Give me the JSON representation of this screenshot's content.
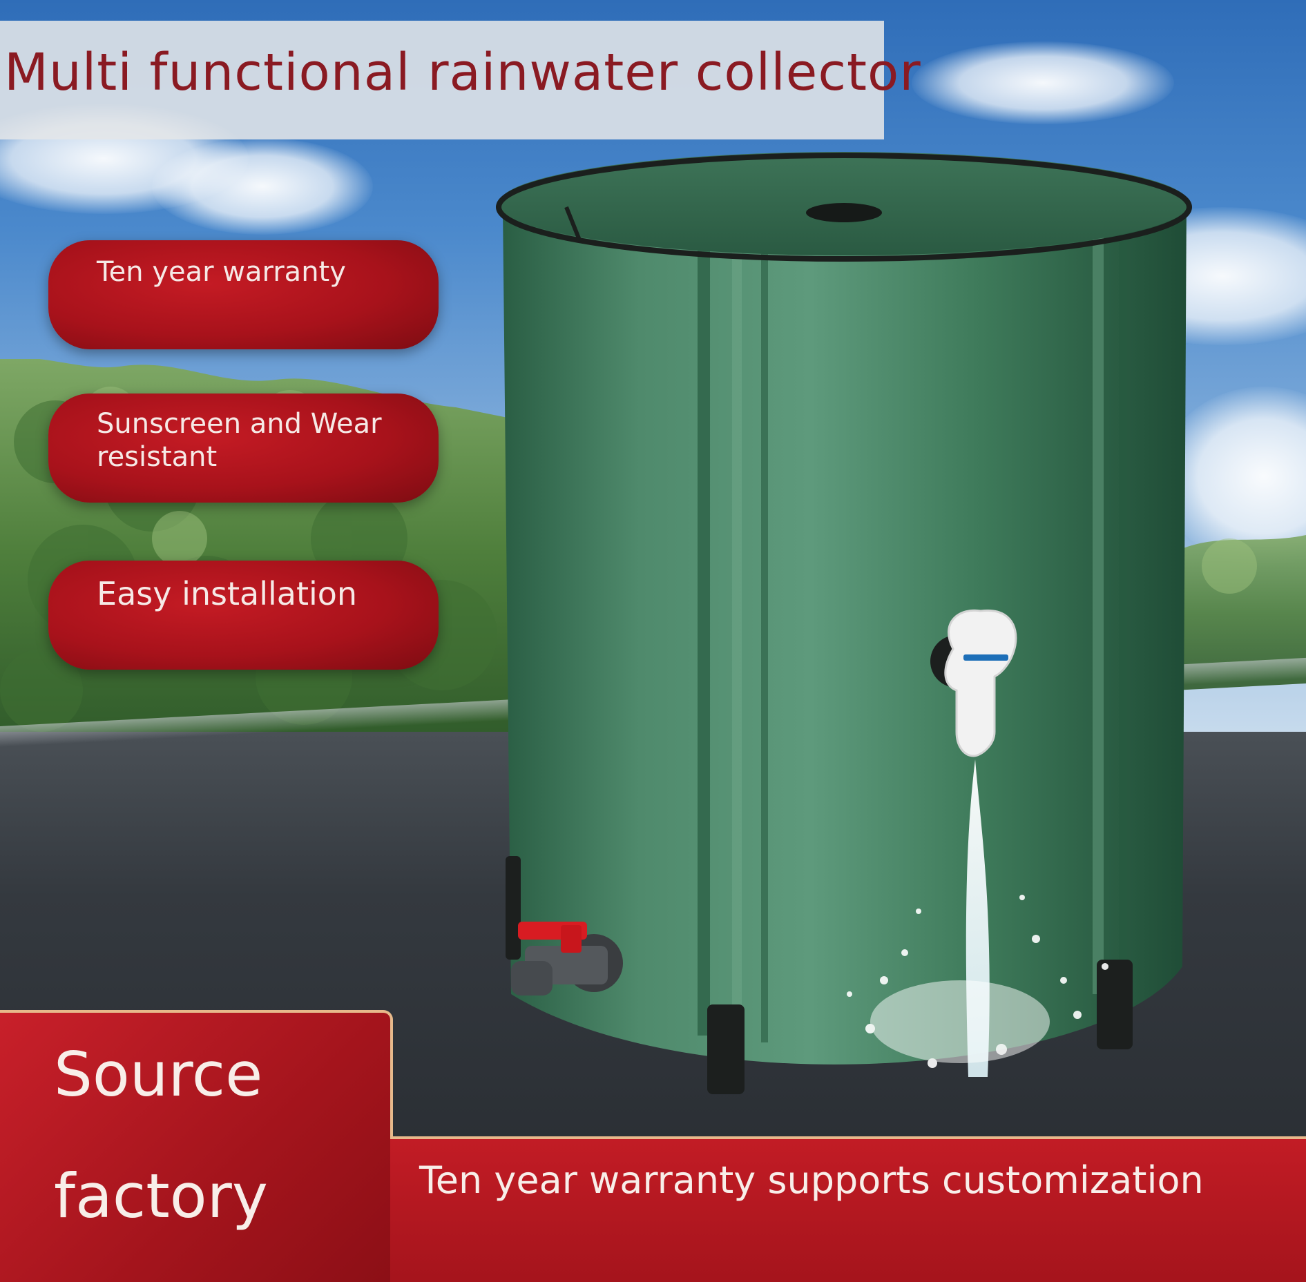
{
  "banner": {
    "title": "Multi functional rainwater collector"
  },
  "features": [
    {
      "label": "Ten year warranty"
    },
    {
      "label": "Sunscreen and Wear resistant"
    },
    {
      "label": "Easy installation"
    }
  ],
  "source": {
    "line1": "Source",
    "line2": "factory"
  },
  "footer": {
    "tagline": "Ten year warranty supports customization"
  },
  "colors": {
    "brand_red": "#b0151d",
    "title_red": "#8a1a22",
    "barrel_green": "#2f6b4c",
    "accent_gold": "#e7b98b"
  },
  "icons": [
    "rain-barrel-icon",
    "faucet-icon",
    "valve-icon"
  ]
}
